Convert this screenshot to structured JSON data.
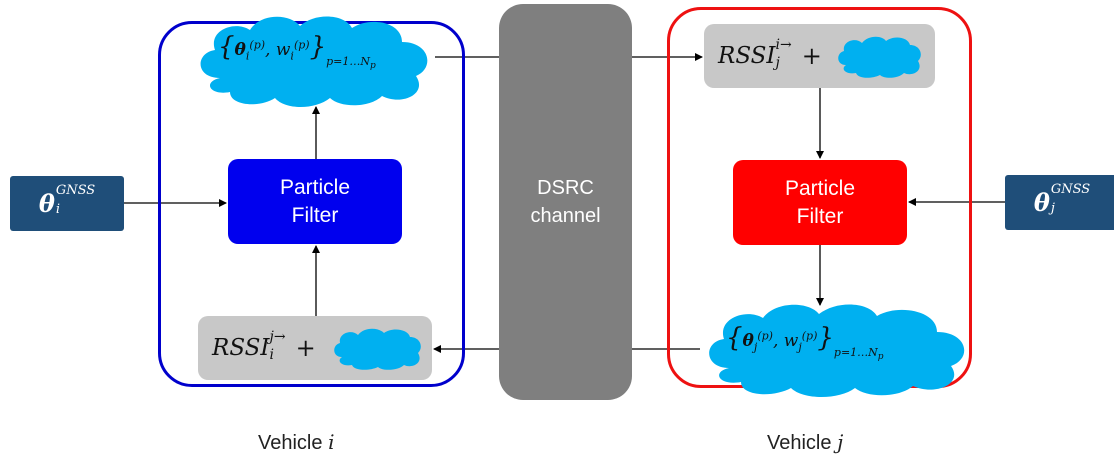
{
  "diagram": {
    "channel": {
      "line1": "DSRC",
      "line2": "channel"
    },
    "vehicle_i": {
      "label_prefix": "Vehicle",
      "label_var": "i",
      "filter_line1": "Particle",
      "filter_line2": "Filter",
      "gnss_symbol": "θ",
      "gnss_sup": "GNSS",
      "gnss_sub": "i",
      "rssi_main": "RSSI",
      "rssi_sup": "j→",
      "rssi_sub": "i",
      "plus": "+",
      "particles": {
        "open": "{",
        "theta": "θ",
        "theta_sup": "(p)",
        "theta_sub": "i",
        "comma": ",",
        "w": "w",
        "w_sup": "(p)",
        "w_sub": "i",
        "close": "}",
        "range": "p=1…N",
        "range_sub": "p"
      }
    },
    "vehicle_j": {
      "label_prefix": "Vehicle",
      "label_var": "j",
      "filter_line1": "Particle",
      "filter_line2": "Filter",
      "gnss_symbol": "θ",
      "gnss_sup": "GNSS",
      "gnss_sub": "j",
      "rssi_main": "RSSI",
      "rssi_sup": "i→",
      "rssi_sub": "j",
      "plus": "+",
      "particles": {
        "open": "{",
        "theta": "θ",
        "theta_sup": "(p)",
        "theta_sub": "j",
        "comma": ",",
        "w": "w",
        "w_sup": "(p)",
        "w_sub": "j",
        "close": "}",
        "range": "p=1…N",
        "range_sub": "p"
      }
    },
    "colors": {
      "frame_i": "#0000cc",
      "frame_j": "#ee1111",
      "filter_i": "#0000ee",
      "filter_j": "#ff0000",
      "gnss_box": "#1f4e79",
      "channel": "#7f7f7f",
      "rssi_box": "#c8c8c8",
      "cloud": "#00b0f0"
    }
  }
}
